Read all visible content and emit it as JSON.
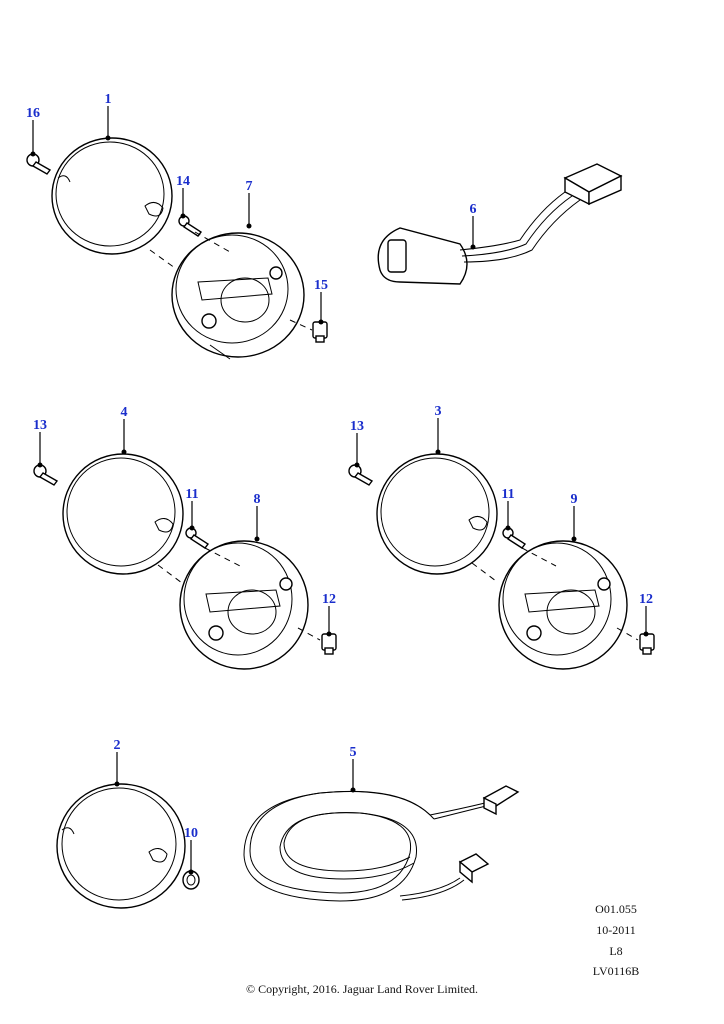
{
  "callouts": {
    "c1": "1",
    "c2": "2",
    "c3": "3",
    "c4": "4",
    "c5": "5",
    "c6": "6",
    "c7": "7",
    "c8": "8",
    "c9": "9",
    "c10": "10",
    "c11a": "11",
    "c11b": "11",
    "c12a": "12",
    "c12b": "12",
    "c13a": "13",
    "c13b": "13",
    "c14": "14",
    "c15": "15",
    "c16": "16"
  },
  "meta": {
    "code": "O01.055",
    "date": "10-2011",
    "page": "L8",
    "ref": "LV0116B"
  },
  "copyright": "© Copyright, 2016. Jaguar Land Rover Limited.",
  "colors": {
    "callout": "#1a2ecc",
    "line": "#000000"
  }
}
